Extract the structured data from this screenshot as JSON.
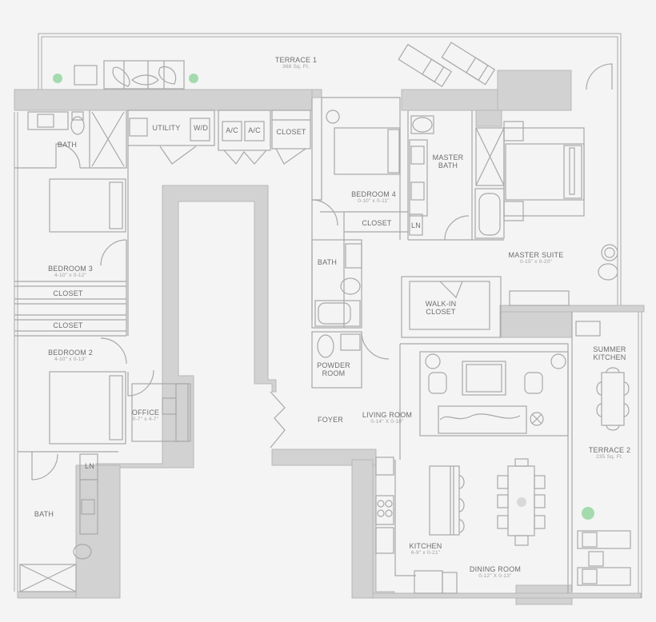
{
  "floorplan": {
    "colors": {
      "background": "#f4f4f4",
      "wall": "#d2d2d2",
      "wall_stroke": "#b8b8b8",
      "line": "#a8a8a8",
      "text": "#6e6e6e",
      "dim_text": "#a0a0a0",
      "plant": "#7fcf8f"
    },
    "rooms": {
      "terrace1": {
        "name": "TERRACE 1",
        "dim": "368 Sq. Ft."
      },
      "bath_top_left": {
        "name": "BATH"
      },
      "utility": {
        "name": "UTILITY"
      },
      "wd": {
        "name": "W/D"
      },
      "ac1": {
        "name": "A/C"
      },
      "ac2": {
        "name": "A/C"
      },
      "closet_top": {
        "name": "CLOSET"
      },
      "bedroom4": {
        "name": "BEDROOM 4",
        "dim": "0-10\" x 0-11\""
      },
      "closet_b4": {
        "name": "CLOSET"
      },
      "ln_master": {
        "name": "LN"
      },
      "master_bath": {
        "name": "MASTER",
        "name2": "BATH"
      },
      "master_suite": {
        "name": "MASTER SUITE",
        "dim": "0-15\" x 0-20\""
      },
      "bedroom3": {
        "name": "BEDROOM 3",
        "dim": "4-10\" x 0-12\""
      },
      "closet1": {
        "name": "CLOSET"
      },
      "closet2": {
        "name": "CLOSET"
      },
      "bedroom2": {
        "name": "BEDROOM 2",
        "dim": "4-10\" x 0-13\""
      },
      "office": {
        "name": "OFFICE",
        "dim": "0-7\" x 4-7\""
      },
      "bath_mid": {
        "name": "BATH"
      },
      "powder": {
        "name": "POWDER",
        "name2": "ROOM"
      },
      "walkin": {
        "name": "WALK-IN",
        "name2": "CLOSET"
      },
      "summer_kitchen": {
        "name": "SUMMER",
        "name2": "KITCHEN"
      },
      "foyer": {
        "name": "FOYER"
      },
      "living": {
        "name": "LIVING ROOM",
        "dim": "0-14\" X 0-18\""
      },
      "terrace2": {
        "name": "TERRACE 2",
        "dim": "235 Sq. Ft."
      },
      "ln_bottom": {
        "name": "LN"
      },
      "bath_bottom": {
        "name": "BATH"
      },
      "kitchen": {
        "name": "KITCHEN",
        "dim": "6-9\" x 0-21\""
      },
      "dining": {
        "name": "DINING ROOM",
        "dim": "0-12\" X 0-13\""
      }
    }
  }
}
